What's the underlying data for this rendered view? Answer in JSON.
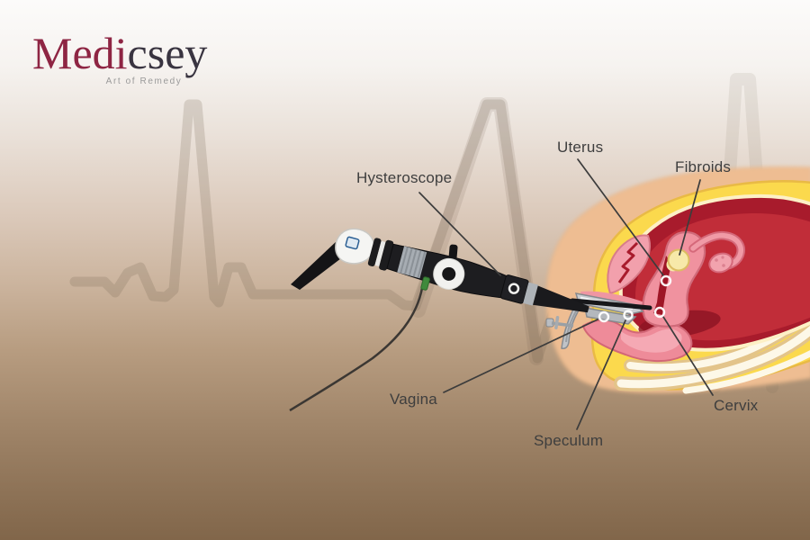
{
  "logo": {
    "brand_part1": "Medi",
    "brand_part2": "csey",
    "tagline": "Art of Remedy"
  },
  "diagram": {
    "labels": {
      "hysteroscope": "Hysteroscope",
      "uterus": "Uterus",
      "fibroids": "Fibroids",
      "vagina": "Vagina",
      "speculum": "Speculum",
      "cervix": "Cervix"
    },
    "colors": {
      "brand_maroon": "#8e2543",
      "label_text": "#3e3e3e",
      "skin": "#eebd92",
      "fat_yellow": "#fbd94d",
      "muscle_dark_red": "#a81b2c",
      "cavity_red": "#c12d39",
      "organ_pink": "#f0929f",
      "fibroid_cream": "#f7e9a9",
      "bone_cream": "#fdf8e8",
      "instrument_black": "#1d1d20",
      "speculum_gray": "#c9ccd0",
      "ecg_trace": "#6f5f4d"
    }
  }
}
